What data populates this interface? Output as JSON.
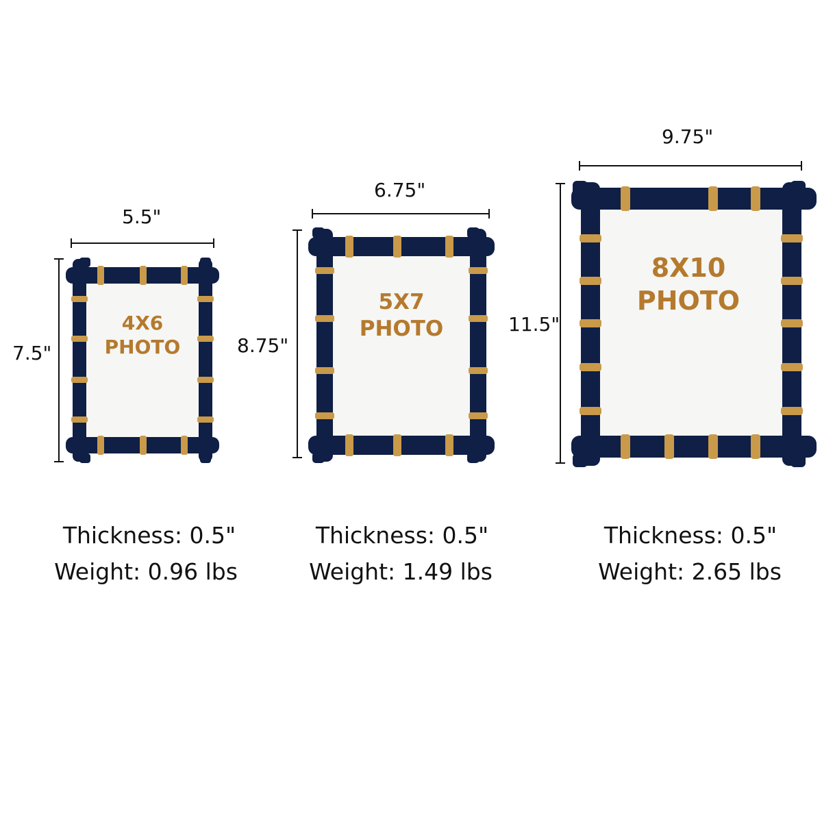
{
  "colors": {
    "frame_navy": "#0f1f45",
    "bamboo_gold": "#c99a4a",
    "photo_text": "#b57a2e",
    "mat_white": "#f6f6f4",
    "ink": "#111111"
  },
  "frames": [
    {
      "width_label": "5.5\"",
      "height_label": "7.5\"",
      "photo_line1": "4X6",
      "photo_line2": "PHOTO",
      "thickness": "Thickness: 0.5\"",
      "weight": "Weight: 0.96 lbs"
    },
    {
      "width_label": "6.75\"",
      "height_label": "8.75\"",
      "photo_line1": "5X7",
      "photo_line2": "PHOTO",
      "thickness": "Thickness: 0.5\"",
      "weight": "Weight: 1.49 lbs"
    },
    {
      "width_label": "9.75\"",
      "height_label": "11.5\"",
      "photo_line1": "8X10",
      "photo_line2": "PHOTO",
      "thickness": "Thickness: 0.5\"",
      "weight": "Weight: 2.65 lbs"
    }
  ]
}
